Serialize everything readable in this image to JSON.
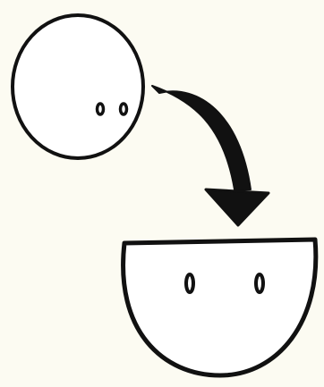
{
  "diagram": {
    "nodes": [
      {
        "id": "circle-face",
        "shape": "circle",
        "eyes": 2,
        "fill": "#ffffff",
        "stroke": "#111111"
      },
      {
        "id": "half-face",
        "shape": "half-circle",
        "eyes": 2,
        "fill": "#ffffff",
        "stroke": "#111111"
      }
    ],
    "edges": [
      {
        "from": "circle-face",
        "to": "half-face",
        "style": "curved-arrow",
        "color": "#111111"
      }
    ]
  },
  "colors": {
    "background": "#fcfbf2",
    "ink": "#111111",
    "face_fill": "#ffffff"
  }
}
